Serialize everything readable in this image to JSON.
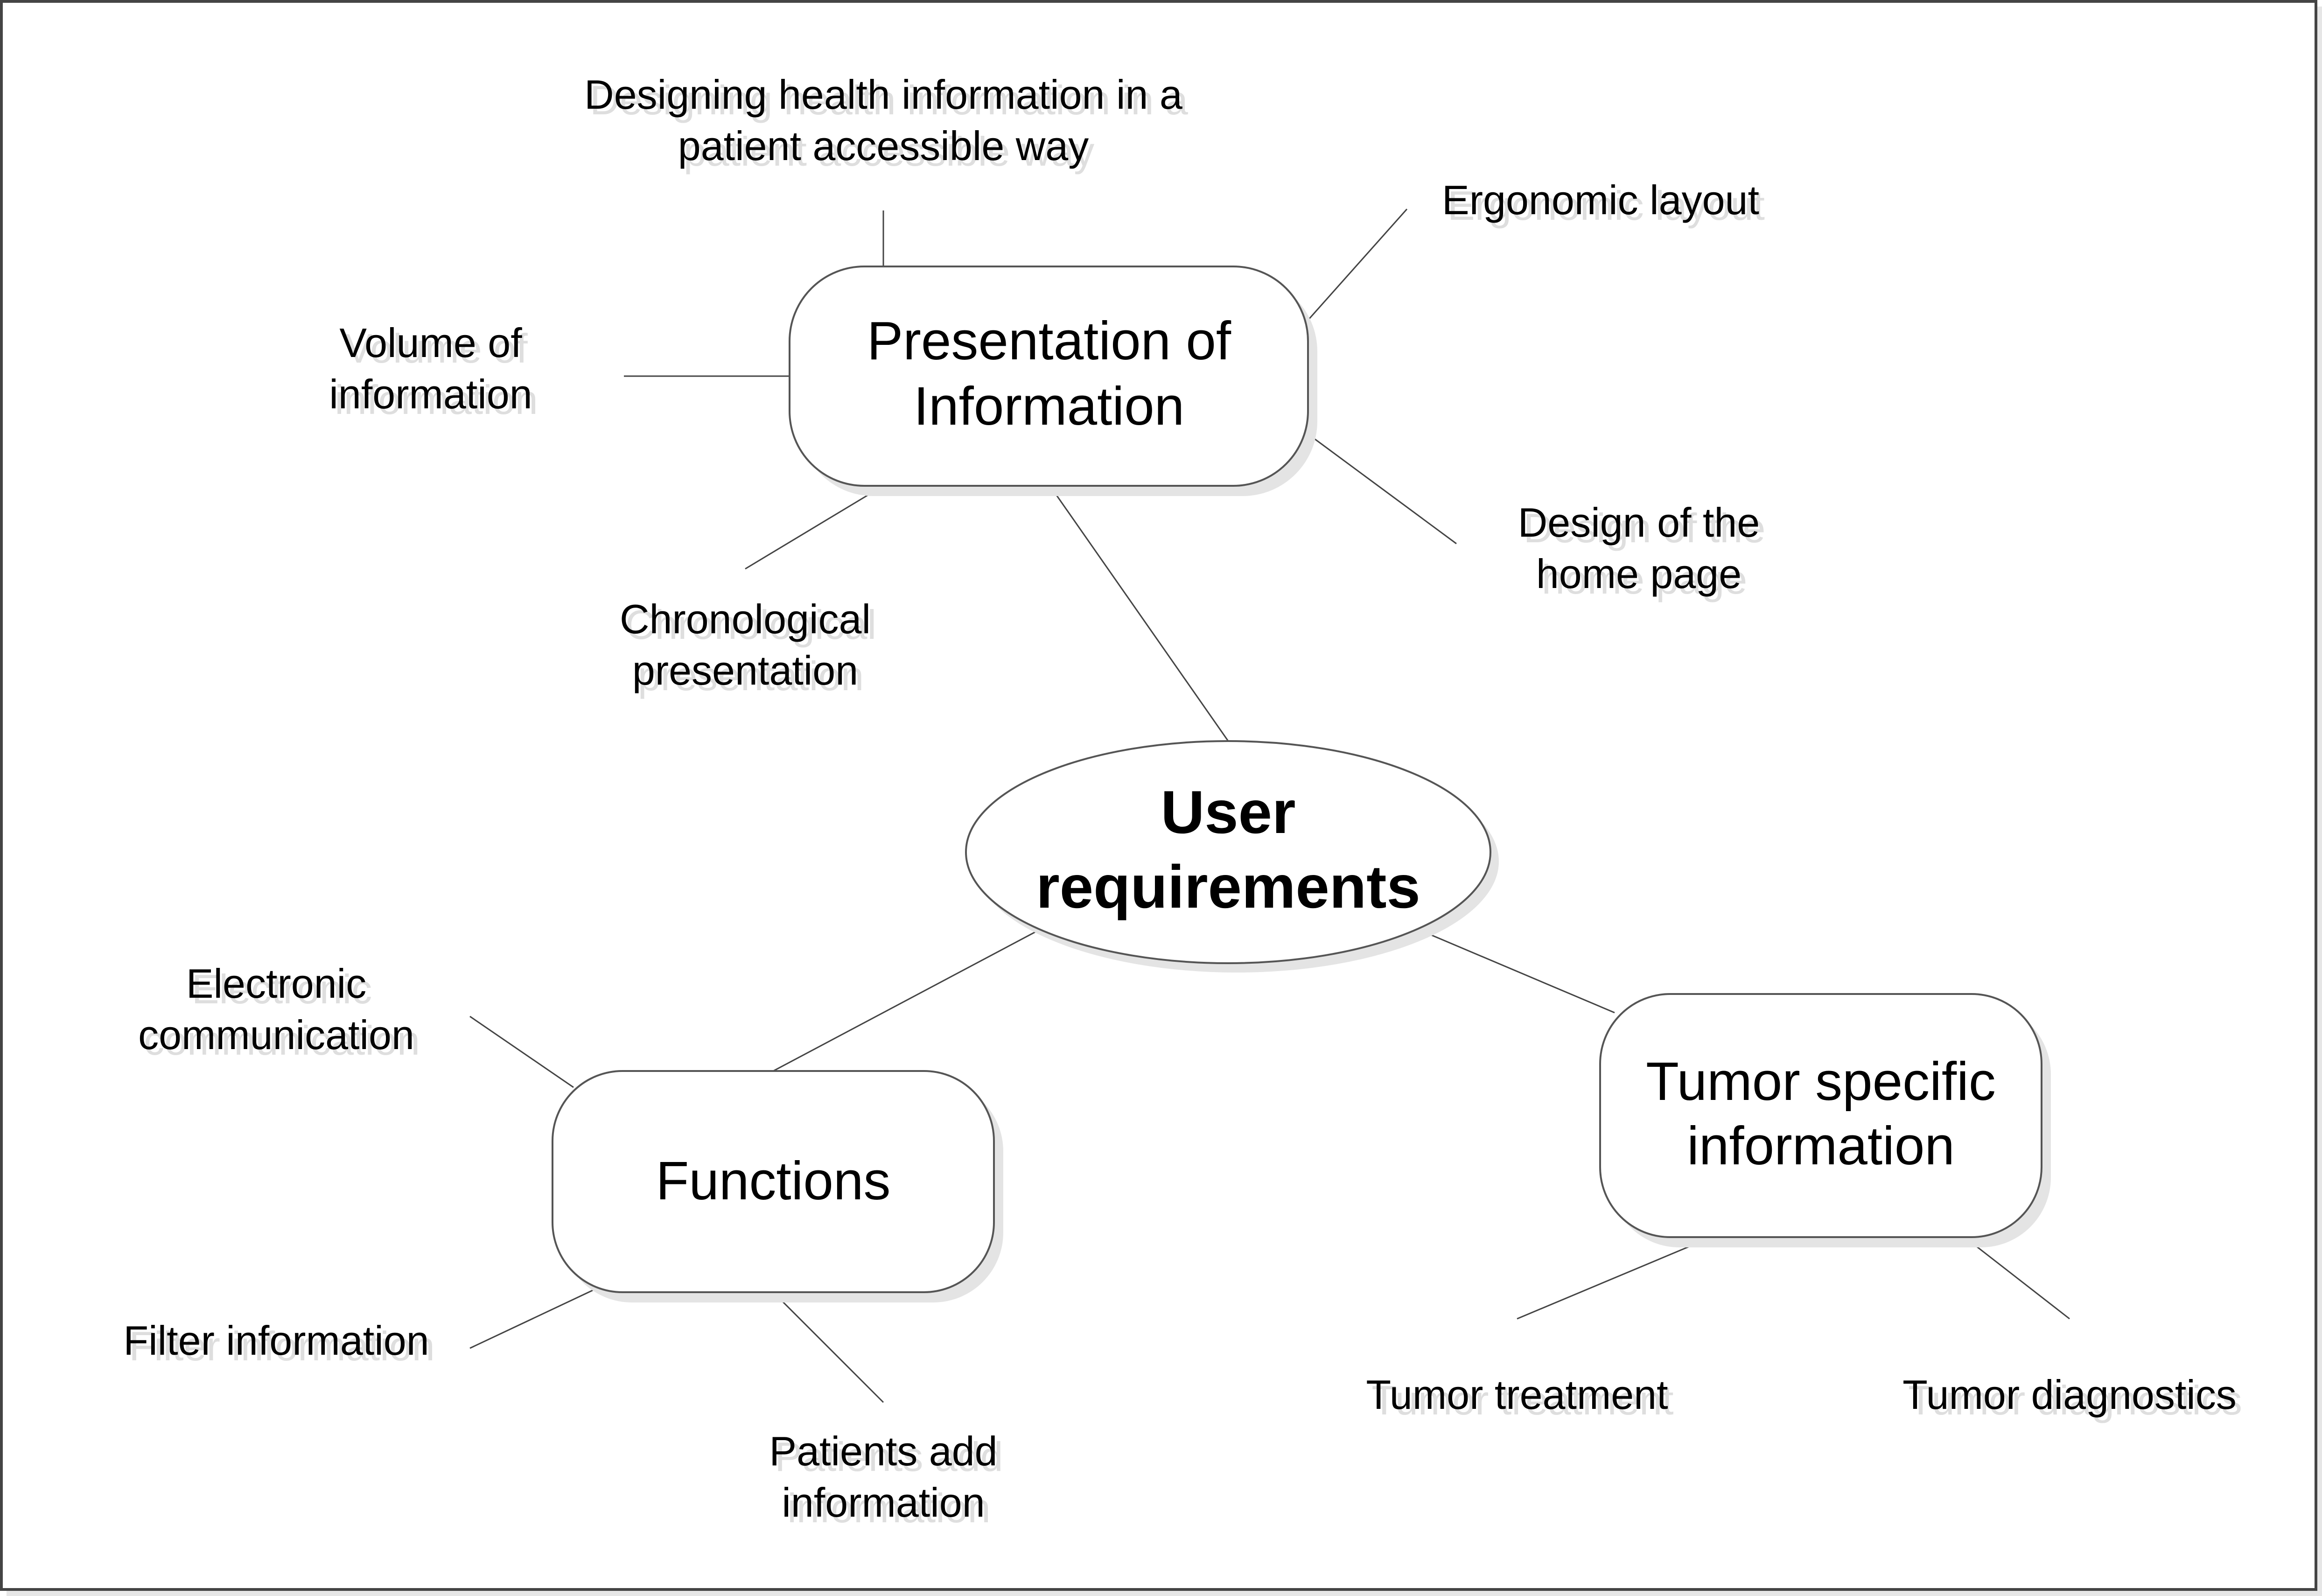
{
  "diagram": {
    "type": "mind-map",
    "root": {
      "label_lines": [
        "User",
        "requirements"
      ]
    },
    "branches": [
      {
        "id": "presentation",
        "label_lines": [
          "Presentation of",
          "Information"
        ],
        "leaves": [
          {
            "label_lines": [
              "Designing health information in a",
              "patient accessible way"
            ]
          },
          {
            "label_lines": [
              "Ergonomic layout"
            ]
          },
          {
            "label_lines": [
              "Volume of",
              "information"
            ]
          },
          {
            "label_lines": [
              "Design of the",
              "home page"
            ]
          },
          {
            "label_lines": [
              "Chronological",
              "presentation"
            ]
          }
        ]
      },
      {
        "id": "functions",
        "label_lines": [
          "Functions"
        ],
        "leaves": [
          {
            "label_lines": [
              "Electronic",
              "communication"
            ]
          },
          {
            "label_lines": [
              "Filter information"
            ]
          },
          {
            "label_lines": [
              "Patients add",
              "information"
            ]
          }
        ]
      },
      {
        "id": "tumor",
        "label_lines": [
          "Tumor specific",
          "information"
        ],
        "leaves": [
          {
            "label_lines": [
              "Tumor treatment"
            ]
          },
          {
            "label_lines": [
              "Tumor diagnostics"
            ]
          }
        ]
      }
    ]
  },
  "colors": {
    "line": "#444444",
    "node_fill": "#ffffff",
    "shadow": "#e4e4e4",
    "text": "#000000"
  }
}
